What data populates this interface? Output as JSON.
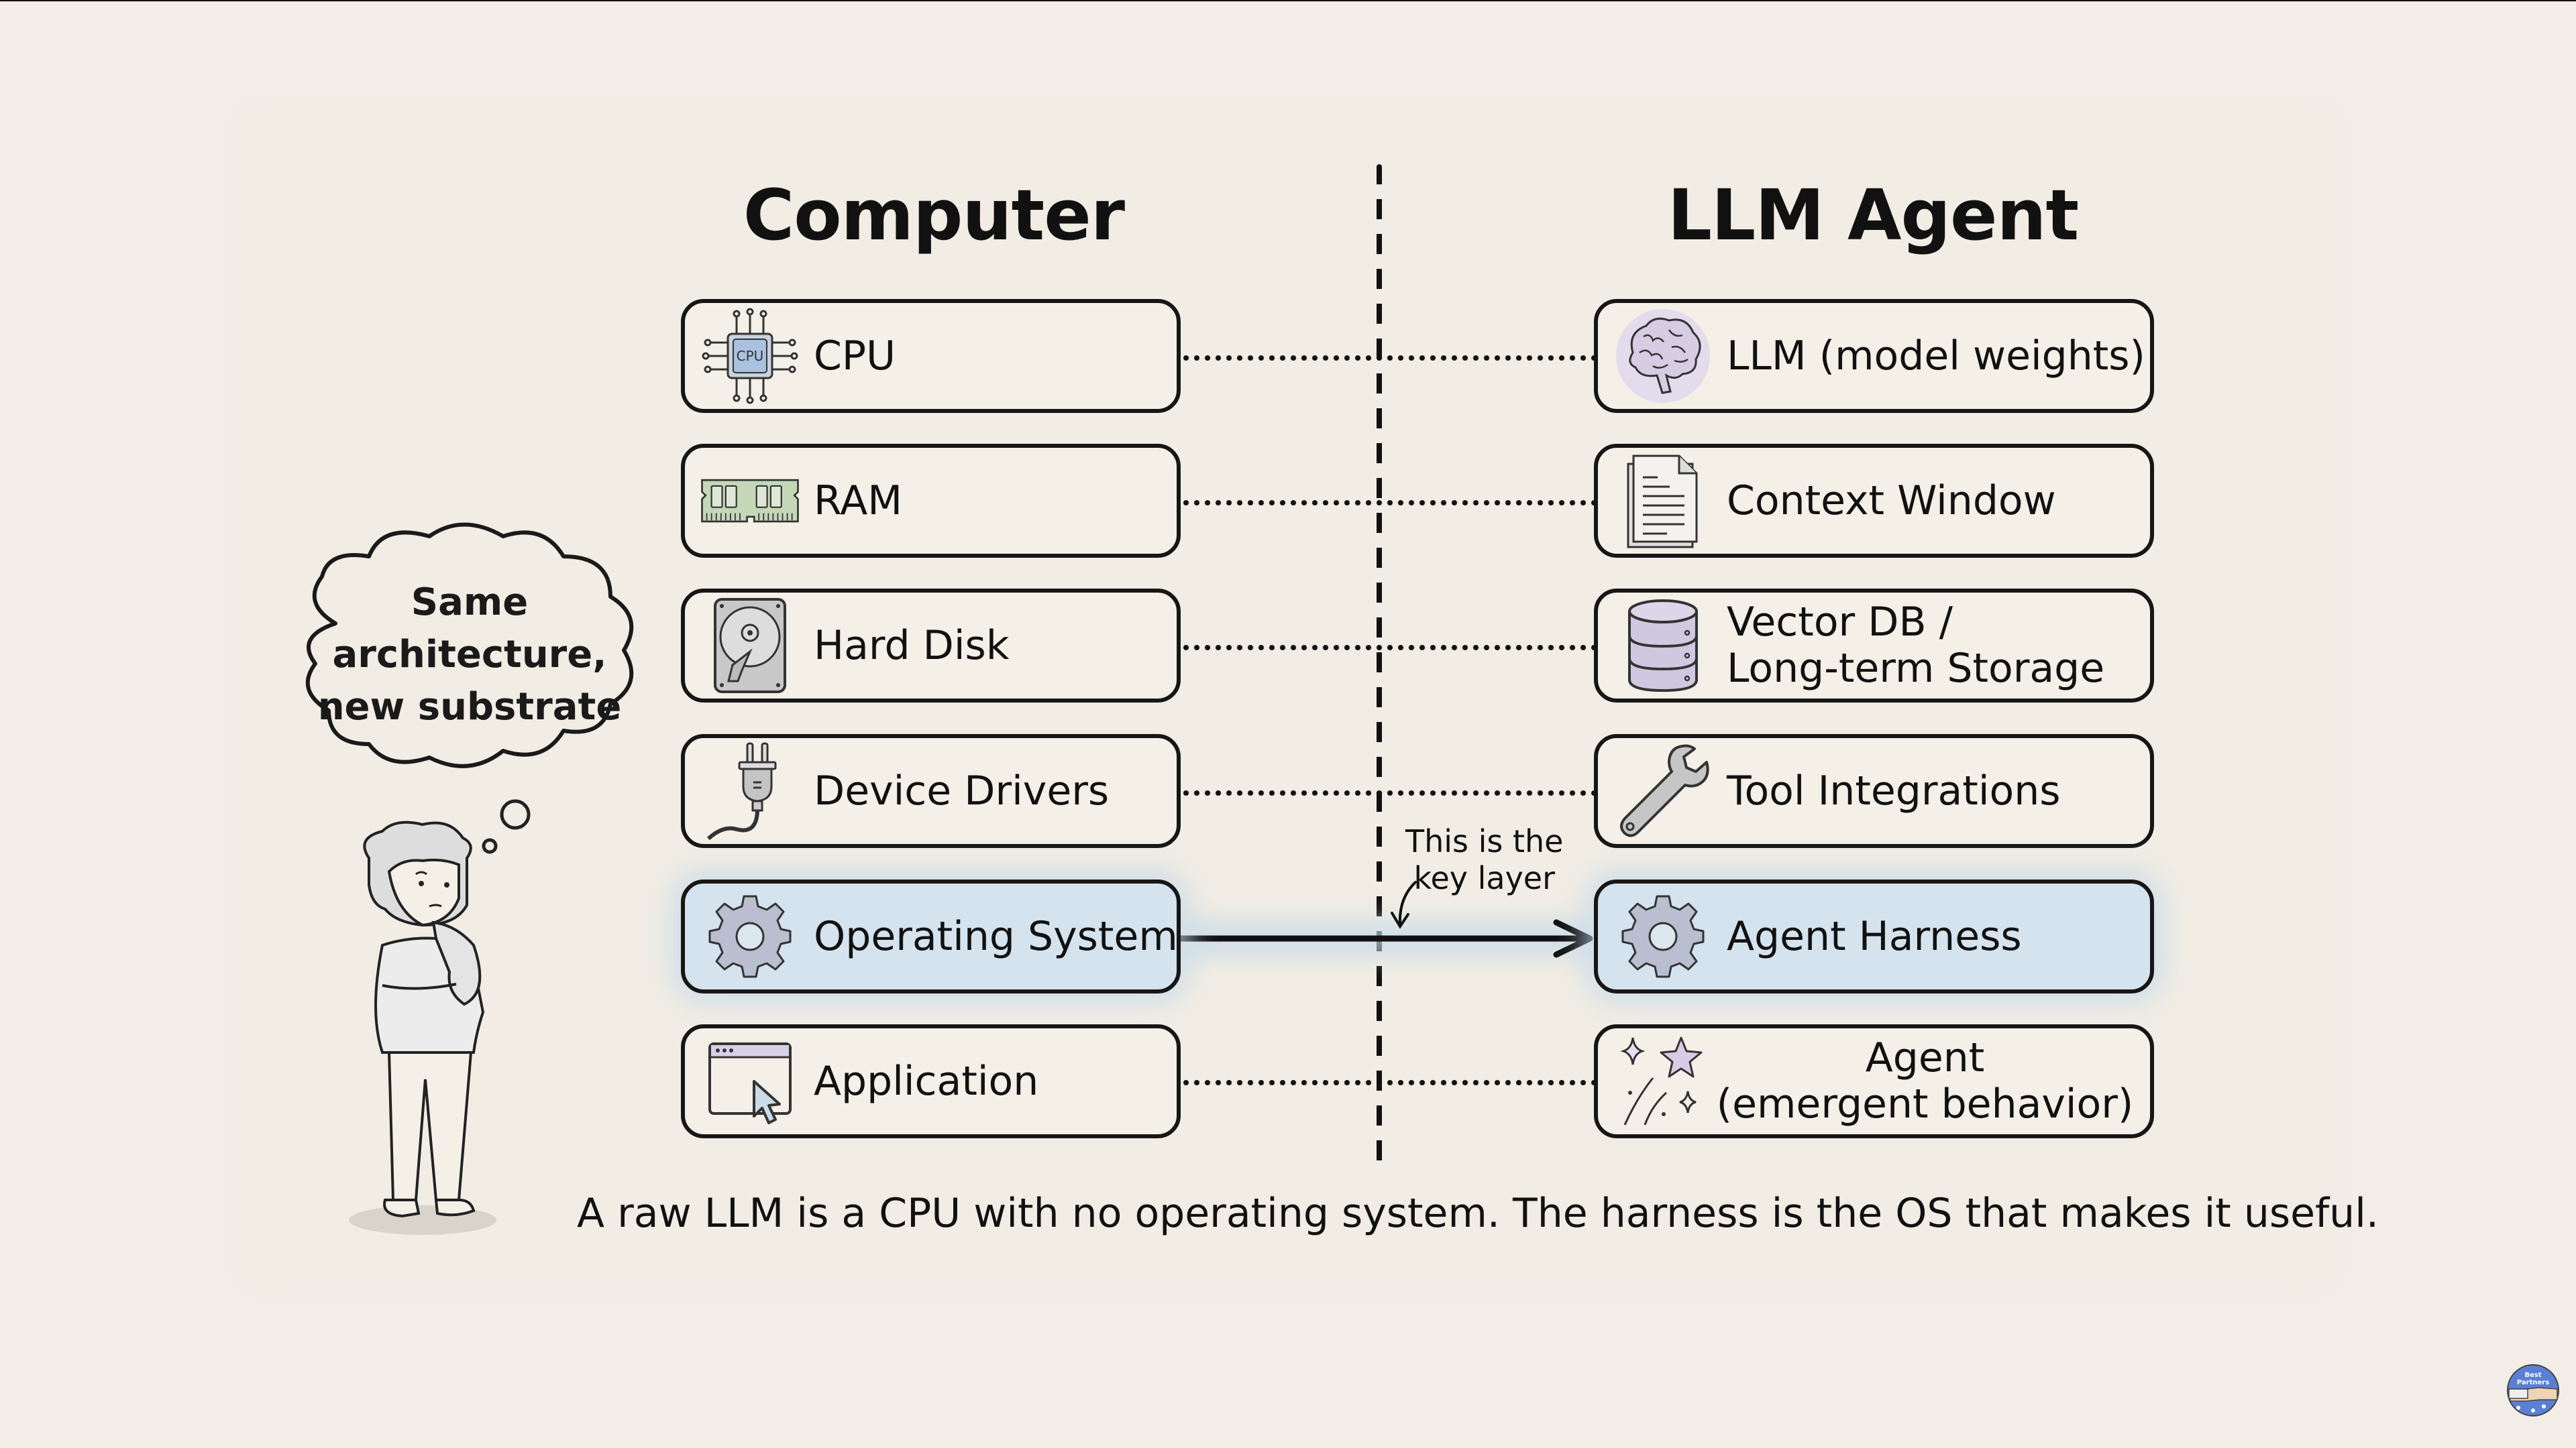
{
  "diagram": {
    "left_title": "Computer",
    "right_title": "LLM Agent",
    "rows": [
      {
        "left": {
          "label": "CPU",
          "icon": "cpu-chip-icon"
        },
        "right": {
          "label": "LLM (model weights)",
          "icon": "brain-icon"
        },
        "connector": "dotted"
      },
      {
        "left": {
          "label": "RAM",
          "icon": "ram-module-icon"
        },
        "right": {
          "label": "Context Window",
          "icon": "document-icon"
        },
        "connector": "dotted"
      },
      {
        "left": {
          "label": "Hard Disk",
          "icon": "hard-disk-icon"
        },
        "right": {
          "label_line1": "Vector DB /",
          "label_line2": "Long-term Storage",
          "icon": "database-icon"
        },
        "connector": "dotted"
      },
      {
        "left": {
          "label": "Device Drivers",
          "icon": "plug-icon"
        },
        "right": {
          "label": "Tool Integrations",
          "icon": "wrench-icon"
        },
        "connector": "dotted"
      },
      {
        "left": {
          "label": "Operating System",
          "icon": "gear-icon"
        },
        "right": {
          "label": "Agent Harness",
          "icon": "gear-icon"
        },
        "connector": "arrow",
        "highlighted": true
      },
      {
        "left": {
          "label": "Application",
          "icon": "app-window-cursor-icon"
        },
        "right": {
          "label_line1": "Agent",
          "label_line2": "(emergent behavior)",
          "icon": "sparkles-icon"
        },
        "connector": "dotted"
      }
    ],
    "annotation_line1": "This is the",
    "annotation_line2": "key layer",
    "thought_bubble": {
      "line1": "Same",
      "line2": "architecture,",
      "line3": "new substrate"
    },
    "caption": "A raw LLM is a CPU with no operating system. The harness is the OS that makes it useful."
  },
  "logo": {
    "line1": "Best",
    "line2": "Partners"
  },
  "colors": {
    "background": "#f2ede6",
    "highlight": "#d4e3ee",
    "ink": "#111111",
    "accent_purple": "#d8d0e8",
    "logo_blue": "#5b7fd6"
  }
}
